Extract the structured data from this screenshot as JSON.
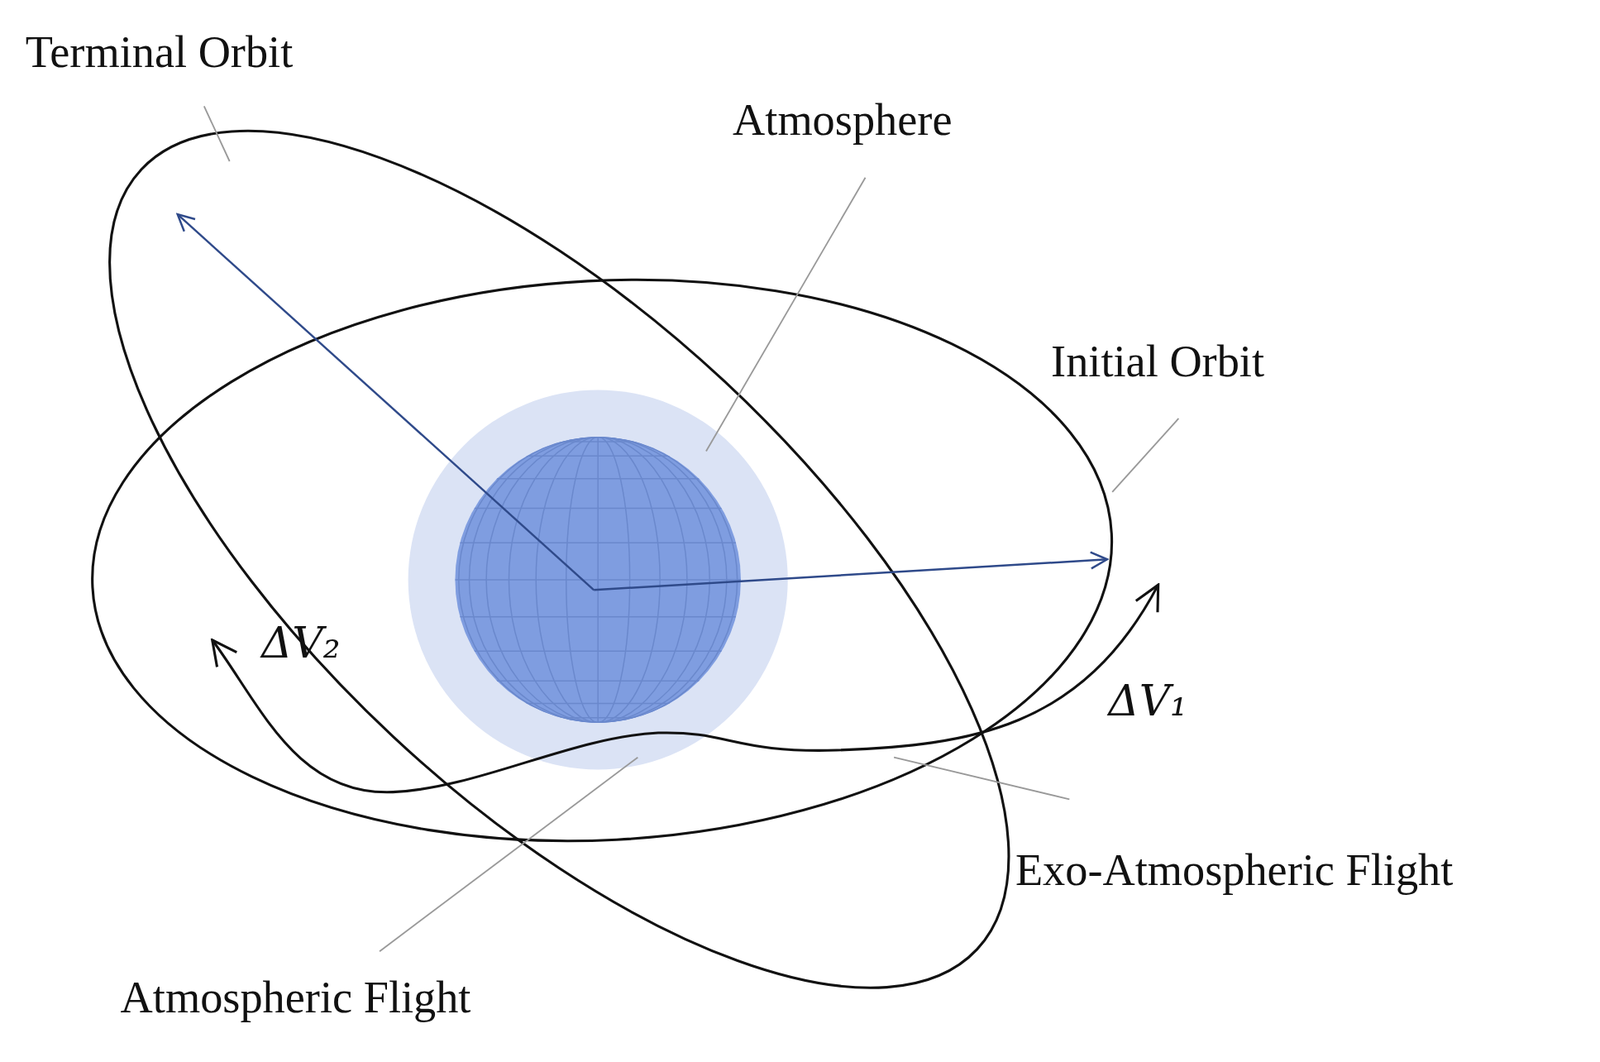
{
  "diagram": {
    "labels": [
      "Terminal Orbit",
      "Atmosphere",
      "Initial Orbit",
      "ΔV₂",
      "ΔV₁",
      "Exo-Atmospheric Flight",
      "Atmospheric Flight"
    ]
  }
}
